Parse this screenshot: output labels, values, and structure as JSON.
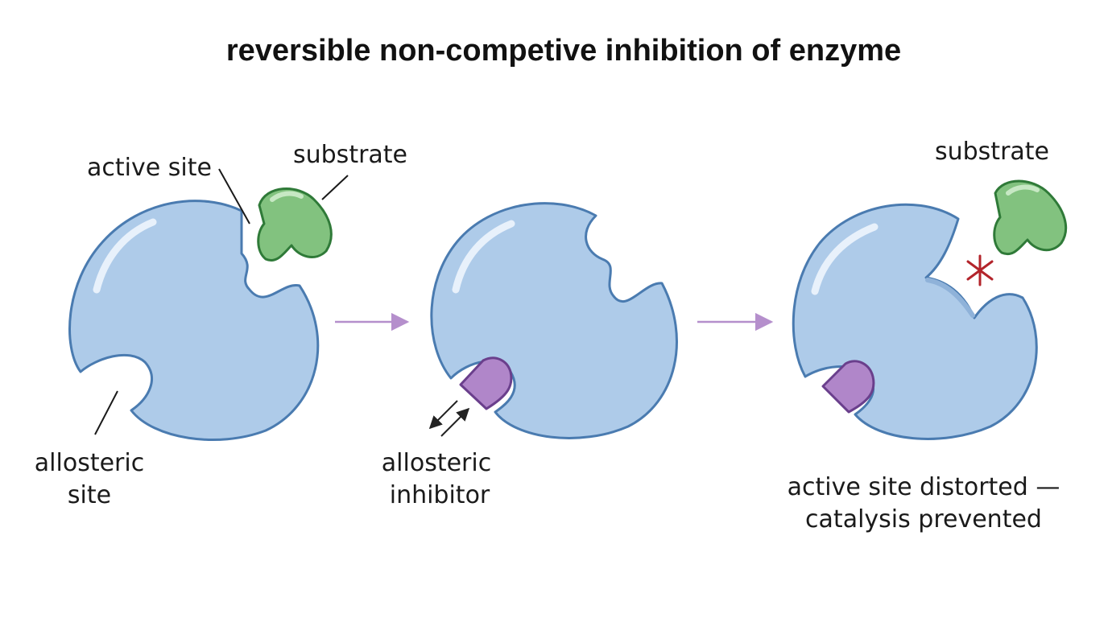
{
  "title": "reversible non-competive inhibition of  enzyme",
  "panel1": {
    "active_site_label": "active site",
    "substrate_label": "substrate",
    "allosteric_label_line1": "allosteric",
    "allosteric_label_line2": "site"
  },
  "panel2": {
    "inhibitor_label_line1": "allosteric",
    "inhibitor_label_line2": "inhibitor"
  },
  "panel3": {
    "substrate_label": "substrate",
    "result_line1": "active site distorted —",
    "result_line2": "catalysis prevented"
  },
  "colors": {
    "enzyme_fill": "#aecbe9",
    "enzyme_stroke": "#4a7bb0",
    "substrate_fill": "#82c27f",
    "substrate_stroke": "#2f7a38",
    "inhibitor_fill": "#b086c9",
    "inhibitor_stroke": "#6a3f8c",
    "arrow": "#b58fcc",
    "block_mark": "#b3242b"
  }
}
